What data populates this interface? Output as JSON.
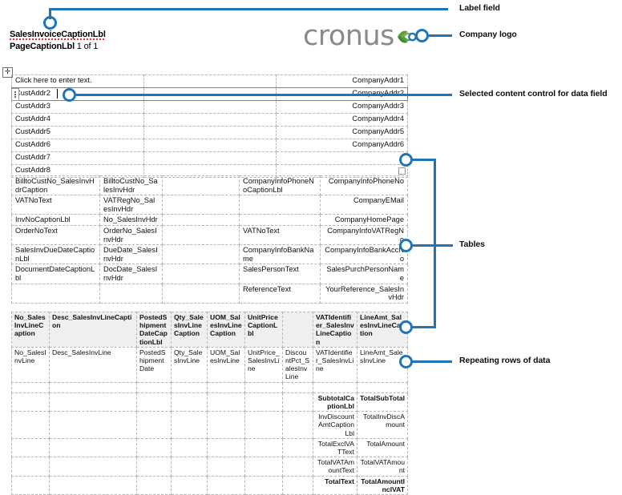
{
  "document": {
    "header": {
      "title": "SalesInvoiceCaptionLbl",
      "page_caption": "PageCaptionLbl",
      "page_of": "1 of 1"
    },
    "logo": {
      "text": "cronus",
      "mark": "leaf-swirl-icon"
    },
    "move_handle_glyph": "✛",
    "address_table": {
      "rows": [
        [
          "Click here to enter text.",
          "",
          "CompanyAddr1"
        ],
        [
          "CustAddr2",
          "",
          "CompanyAddr2"
        ],
        [
          "CustAddr3",
          "",
          "CompanyAddr3"
        ],
        [
          "CustAddr4",
          "",
          "CompanyAddr4"
        ],
        [
          "CustAddr5",
          "",
          "CompanyAddr5"
        ],
        [
          "CustAddr6",
          "",
          "CompanyAddr6"
        ],
        [
          "CustAddr7",
          "",
          ""
        ],
        [
          "CustAddr8",
          "",
          ""
        ]
      ],
      "selected_row_index": 1
    },
    "info_table": {
      "rows": [
        [
          "BilltoCustNo_SalesInvHdrCaption",
          "BilltoCustNo_SalesInvHdr",
          "",
          "CompanyInfoPhoneNoCaptionLbl",
          "CompanyInfoPhoneNo"
        ],
        [
          "VATNoText",
          "VATRegNo_SalesInvHdr",
          "",
          "",
          "CompanyEMail"
        ],
        [
          "InvNoCaptionLbl",
          "No_SalesInvHdr",
          "",
          "",
          "CompanyHomePage"
        ],
        [
          "OrderNoText",
          "OrderNo_SalesInvHdr",
          "",
          "VATNoText",
          "CompanyInfoVATRegNo"
        ],
        [
          "SalesInvDueDateCaptionLbl",
          "DueDate_SalesInvHdr",
          "",
          "CompanyInfoBankName",
          "CompanyInfoBankAccNo"
        ],
        [
          "DocumentDateCaptionLbl",
          "DocDate_SalesInvHdr",
          "",
          "SalesPersonText",
          "SalesPurchPersonName"
        ],
        [
          "",
          "",
          "",
          "ReferenceText",
          "YourReference_SalesInvHdr"
        ]
      ]
    },
    "lines_table": {
      "headers": [
        "No_SalesInvLineCaption",
        "Desc_SalesInvLineCaption",
        "PostedShipmentDateCaptionLbl",
        "Qty_SalesInvLineCaption",
        "UOM_SalesInvLineCaption",
        "UnitPriceCaptionLbl",
        "",
        "VATIdentifier_SalesInvLineCaption",
        "LineAmt_SalesInvLineCaption"
      ],
      "data_row": [
        "No_SalesInvLine",
        "Desc_SalesInvLine",
        "PostedShipmentDate",
        "Qty_SalesInvLine",
        "UOM_SalesInvLine",
        "UnitPrice_SalesInvLine",
        "DiscountPct_SalesInvLine",
        "VATIdentifier_SalesInvLine",
        "LineAmt_SalesInvLine"
      ],
      "totals": [
        {
          "label": "SubtotalCaptionLbl",
          "value": "TotalSubTotal",
          "bold": true,
          "rule": false
        },
        {
          "label": "InvDiscountAmtCaptionLbl",
          "value": "TotalInvDiscAmount",
          "bold": false,
          "rule": false
        },
        {
          "label": "TotalExclVATText",
          "value": "TotalAmount",
          "bold": false,
          "rule": false
        },
        {
          "label": "TotalVATAmountText",
          "value": "TotalVATAmount",
          "bold": false,
          "rule": false
        },
        {
          "label": "TotalText",
          "value": "TotalAmountInclVAT",
          "bold": true,
          "rule": true
        }
      ]
    }
  },
  "annotations": {
    "accent_color": "#2275b5",
    "items": [
      {
        "id": "label-field",
        "text": "Label field"
      },
      {
        "id": "company-logo",
        "text": "Company logo"
      },
      {
        "id": "selected-content-control",
        "text": "Selected content control for data field"
      },
      {
        "id": "tables",
        "text": "Tables"
      },
      {
        "id": "repeating-rows",
        "text": "Repeating rows of data"
      }
    ]
  }
}
